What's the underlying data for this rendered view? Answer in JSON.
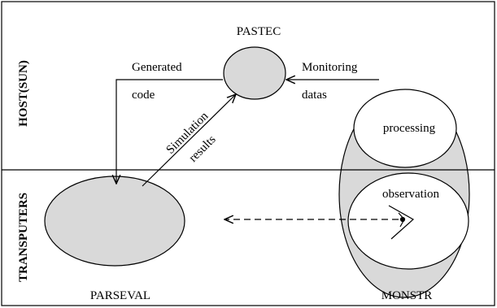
{
  "regions": {
    "host": "HOST(SUN)",
    "transputers": "TRANSPUTERS"
  },
  "nodes": {
    "pastec": "PASTEC",
    "parseval": "PARSEVAL",
    "monstr": "MONSTR",
    "processing": "processing",
    "observation": "observation"
  },
  "edges": {
    "generated_line1": "Generated",
    "generated_line2": "code",
    "simulation_line1": "Simulation",
    "simulation_line2": "results",
    "monitoring_line1": "Monitoring",
    "monitoring_line2": "datas"
  },
  "colors": {
    "fill_gray": "#d9d9d9",
    "stroke": "#000000",
    "background": "#ffffff"
  }
}
